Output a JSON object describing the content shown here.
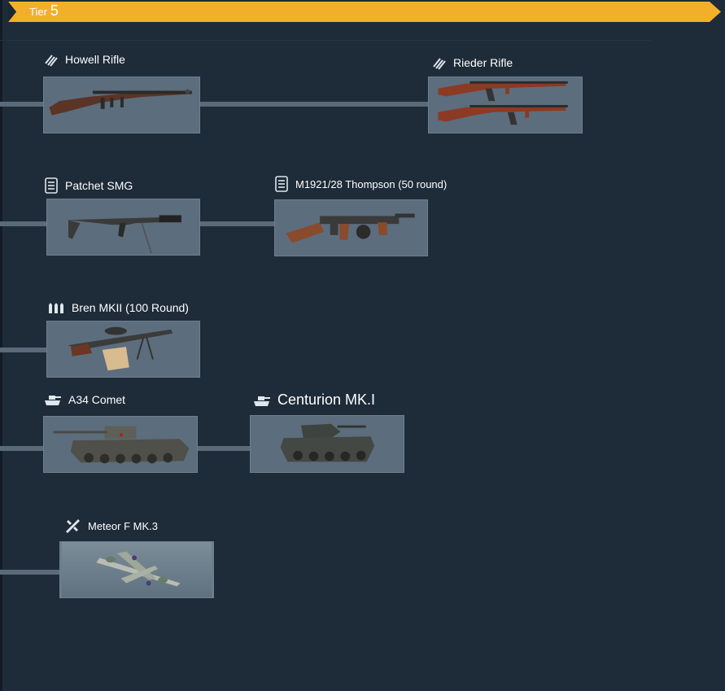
{
  "tier": {
    "word": "Tier",
    "number": "5",
    "color": "#f2b02a"
  },
  "units": {
    "howell_rifle": {
      "name": "Howell Rifle",
      "icon": "rifle-icon"
    },
    "rieder_rifle": {
      "name": "Rieder Rifle",
      "icon": "rifle-icon"
    },
    "patchet_smg": {
      "name": "Patchet SMG",
      "icon": "smg-magazine-icon"
    },
    "thompson": {
      "name": "M1921/28 Thompson (50 round)",
      "icon": "smg-magazine-icon"
    },
    "bren": {
      "name": "Bren MKII (100 Round)",
      "icon": "machine-gun-ammo-icon"
    },
    "comet": {
      "name": "A34 Comet",
      "icon": "tank-icon"
    },
    "centurion": {
      "name": "Centurion MK.I",
      "icon": "tank-icon"
    },
    "meteor": {
      "name": "Meteor F MK.3",
      "icon": "fighter-plane-icon"
    }
  },
  "colors": {
    "background": "#1e2b38",
    "card": "#5c6d7d",
    "connector": "#5b6a78",
    "banner": "#f2b02a"
  }
}
